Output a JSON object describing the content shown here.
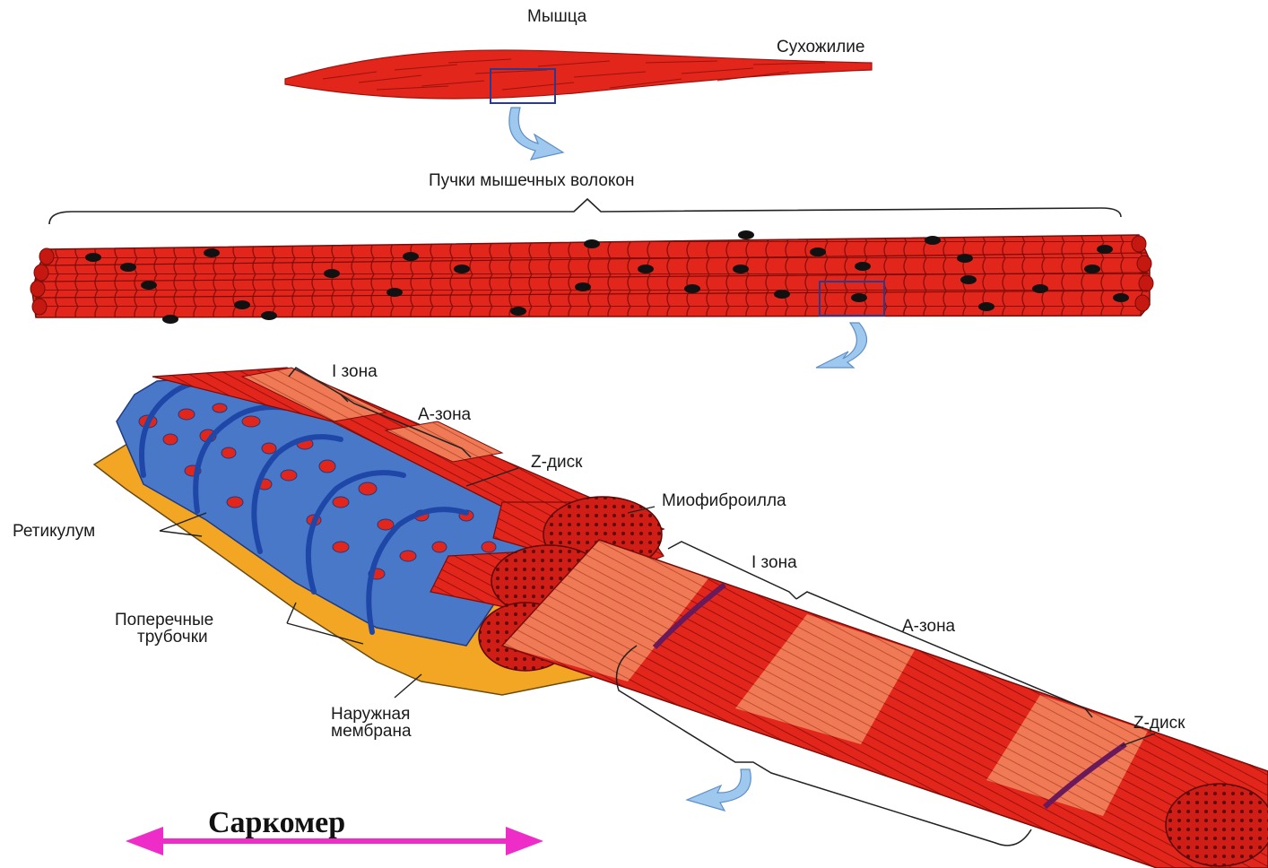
{
  "labels": {
    "muscle": "Мышца",
    "tendon": "Сухожилие",
    "fiber_bundles": "Пучки мышечных волокон",
    "i_zone_1": "I зона",
    "a_zone_1": "А-зона",
    "z_disc_1": "Z-диск",
    "myofibril": "Миофиброилла",
    "reticulum": "Ретикулум",
    "transverse_line1": "Поперечные",
    "transverse_line2": "трубочки",
    "membrane_line1": "Наружная",
    "membrane_line2": "мембрана",
    "i_zone_2": "I зона",
    "a_zone_2": "А-зона",
    "z_disc_2": "Z-диск",
    "sarcomere": "Саркомер"
  },
  "colors": {
    "muscle_red": "#e2261c",
    "dark_red": "#b5120d",
    "pale_red": "#f07a55",
    "reticulum_blue": "#4a78c8",
    "tubule_blue": "#1f47a8",
    "membrane_orange": "#f2a623",
    "arrow_blue": "#9ec8ee",
    "sarcomere_pink": "#ee2cc8",
    "z_disc_purple": "#6a1a5a",
    "nucleus": "#111111"
  }
}
